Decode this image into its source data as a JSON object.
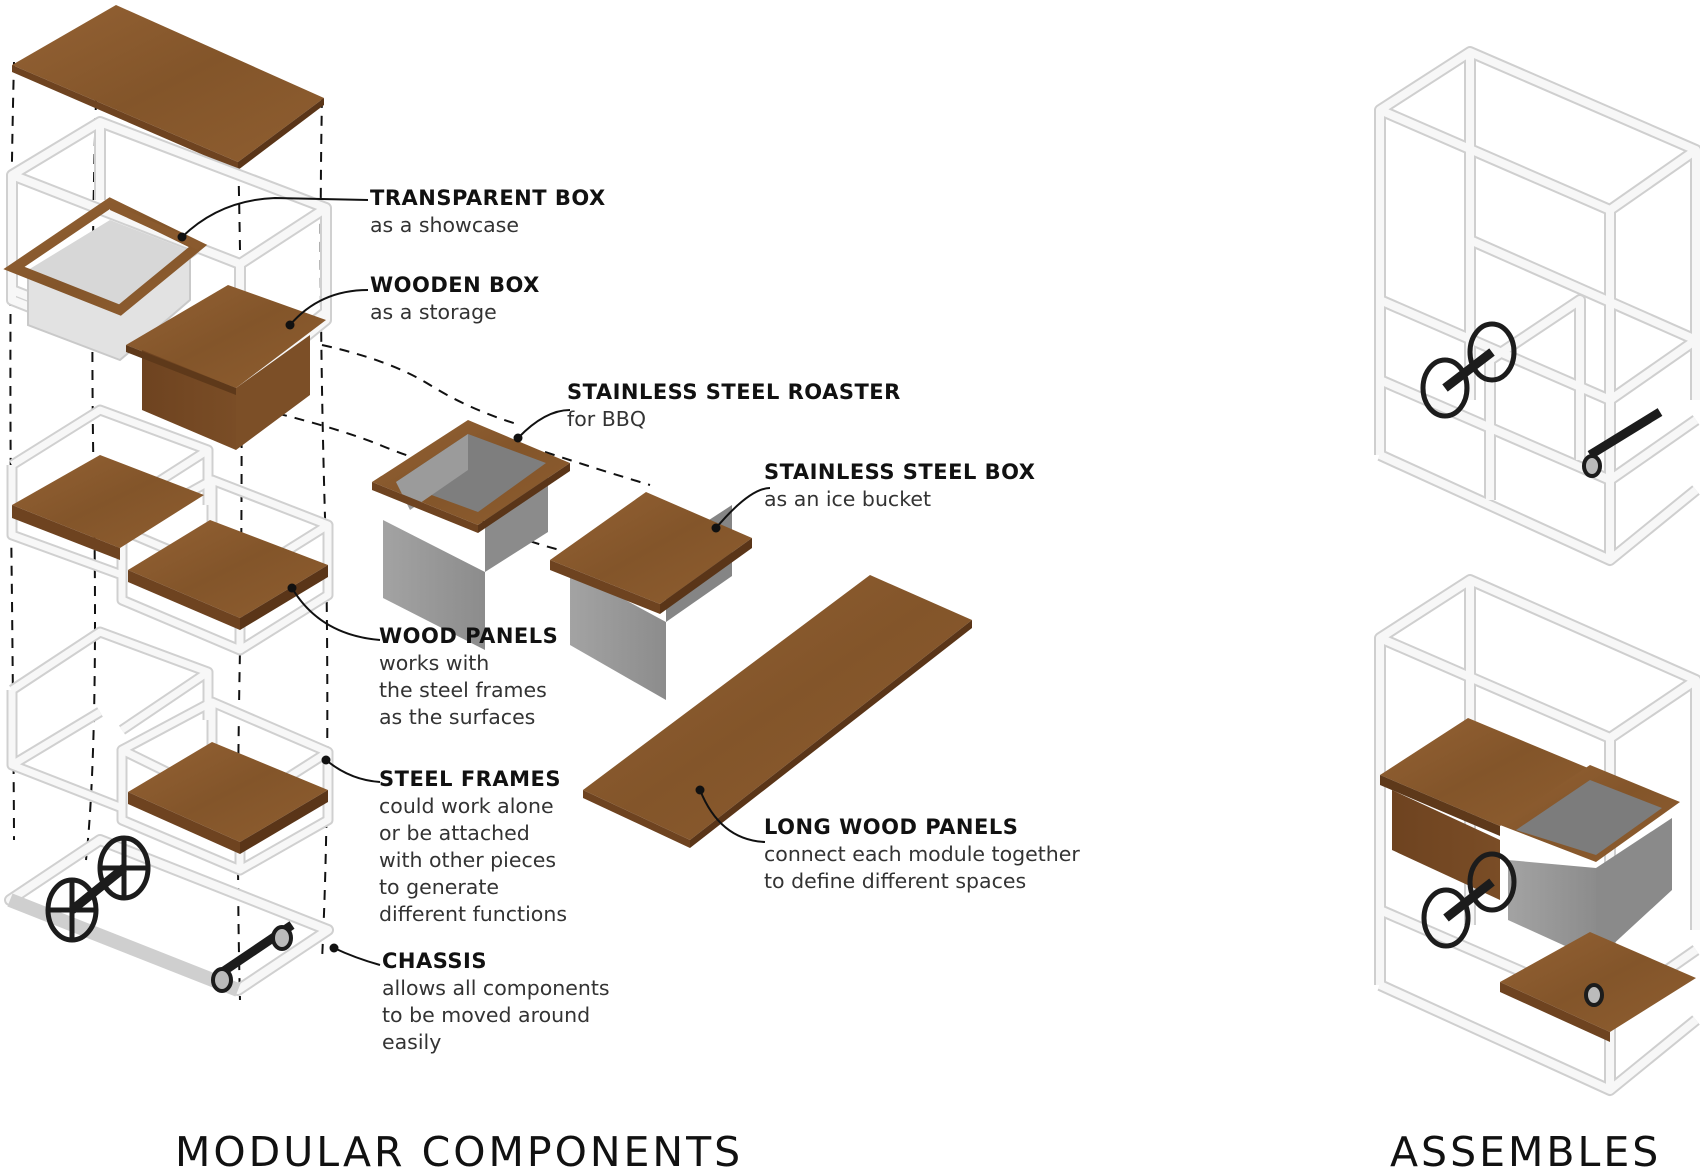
{
  "titles": {
    "left": "MODULAR COMPONENTS",
    "right": "ASSEMBLES"
  },
  "labels": [
    {
      "id": "transparent-box",
      "heading": "TRANSPARENT BOX",
      "desc": "as a showcase"
    },
    {
      "id": "wooden-box",
      "heading": "WOODEN BOX",
      "desc": "as a storage"
    },
    {
      "id": "steel-roaster",
      "heading": "STAINLESS STEEL ROASTER",
      "desc": "for BBQ"
    },
    {
      "id": "steel-box",
      "heading": "STAINLESS STEEL BOX",
      "desc": "as an ice bucket"
    },
    {
      "id": "wood-panels",
      "heading": "WOOD PANELS",
      "desc": "works with\nthe steel frames\nas the surfaces"
    },
    {
      "id": "steel-frames",
      "heading": "STEEL FRAMES",
      "desc": "could work alone\nor be attached\nwith other pieces\nto generate\ndifferent functions"
    },
    {
      "id": "long-wood-panels",
      "heading": "LONG WOOD PANELS",
      "desc": "connect each module together\nto define different spaces"
    },
    {
      "id": "chassis",
      "heading": "CHASSIS",
      "desc": "allows all components\nto be moved around\neasily"
    }
  ],
  "colors": {
    "wood": "#8a5a2e",
    "wood_dark": "#6e4320",
    "steel_frame": "#f4f4f4",
    "steel_edge": "#d2d2d2",
    "stainless": "#9a9a9a",
    "stainless_dark": "#7e7e7e",
    "wheel": "#1c1c1c"
  }
}
